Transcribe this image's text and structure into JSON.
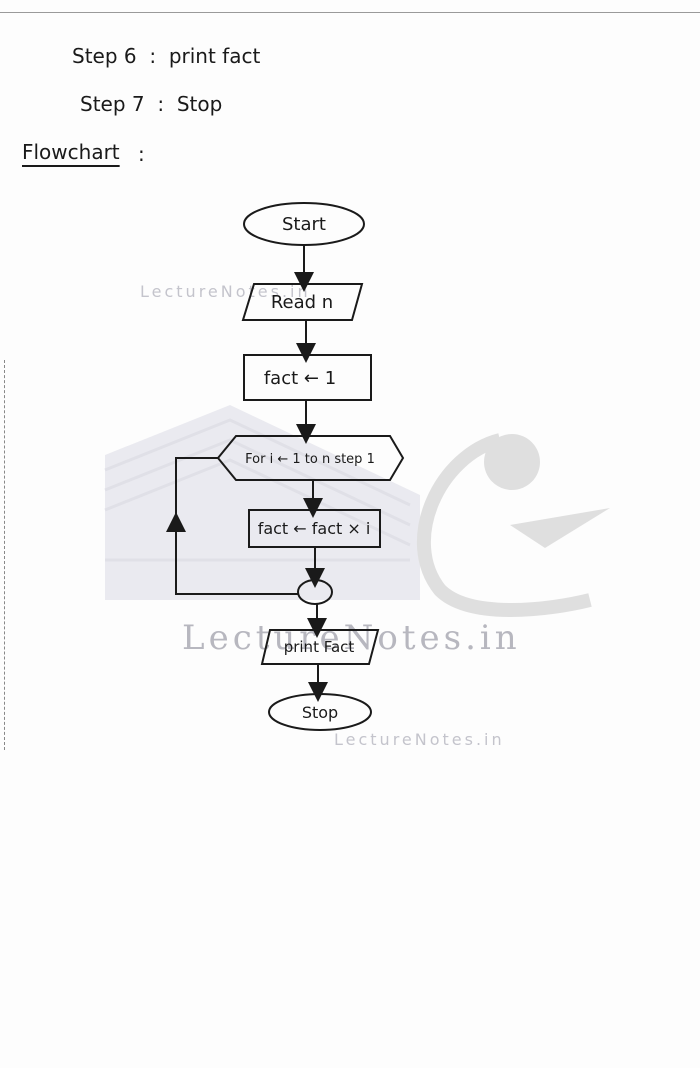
{
  "steps": [
    {
      "label": "Step 6",
      "sep": ":",
      "text": "print fact"
    },
    {
      "label": "Step 7",
      "sep": ":",
      "text": "Stop"
    }
  ],
  "heading": "Flowchart",
  "heading_colon": ":",
  "flowchart": {
    "start": "Start",
    "read": "Read n",
    "init": "fact ← 1",
    "loop": "For i ← 1 to n step 1",
    "body": "fact ← fact × i",
    "print": "print Fact",
    "stop": "Stop"
  },
  "watermarks": [
    "LectureNotes.in",
    "LectureNotes.in",
    "LectureNotes.in"
  ],
  "colors": {
    "ink": "#1a1a1a",
    "watermark": "#b9b9c3",
    "logo": "#cfcfd8"
  }
}
